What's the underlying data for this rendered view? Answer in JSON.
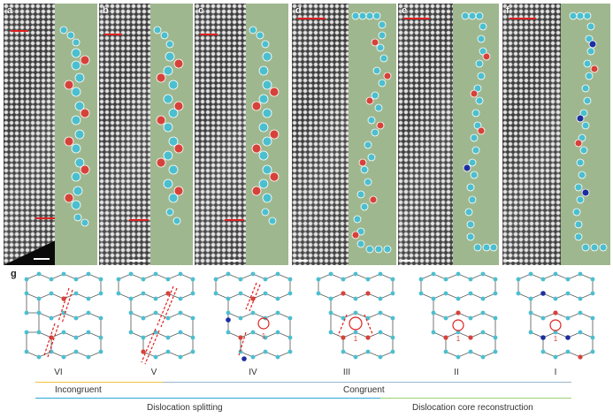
{
  "panels": [
    {
      "label": "a"
    },
    {
      "label": "b"
    },
    {
      "label": "c"
    },
    {
      "label": "d"
    },
    {
      "label": "e"
    },
    {
      "label": "f"
    }
  ],
  "g_label": "g",
  "models": [
    {
      "numeral": "VI",
      "badge": ""
    },
    {
      "numeral": "V",
      "badge": ""
    },
    {
      "numeral": "IV",
      "badge": "1"
    },
    {
      "numeral": "III",
      "badge": "1"
    },
    {
      "numeral": "II",
      "badge": "1"
    },
    {
      "numeral": "I",
      "badge": "1"
    }
  ],
  "categories": {
    "incongruent": "Incongruent",
    "congruent": "Congruent",
    "splitting": "Dislocation splitting",
    "reconstruction": "Dislocation core reconstruction"
  },
  "colors": {
    "cyan_atom": "#4bbfcf",
    "red_atom": "#d6423a",
    "blue_atom": "#1c2fa0",
    "green_bg": "#9fb78e",
    "incongruent_line": "#f0c040",
    "congruent_line": "#98b6cc",
    "splitting_line": "#2aa8d8",
    "reconstruction_line": "#9ccf70"
  }
}
